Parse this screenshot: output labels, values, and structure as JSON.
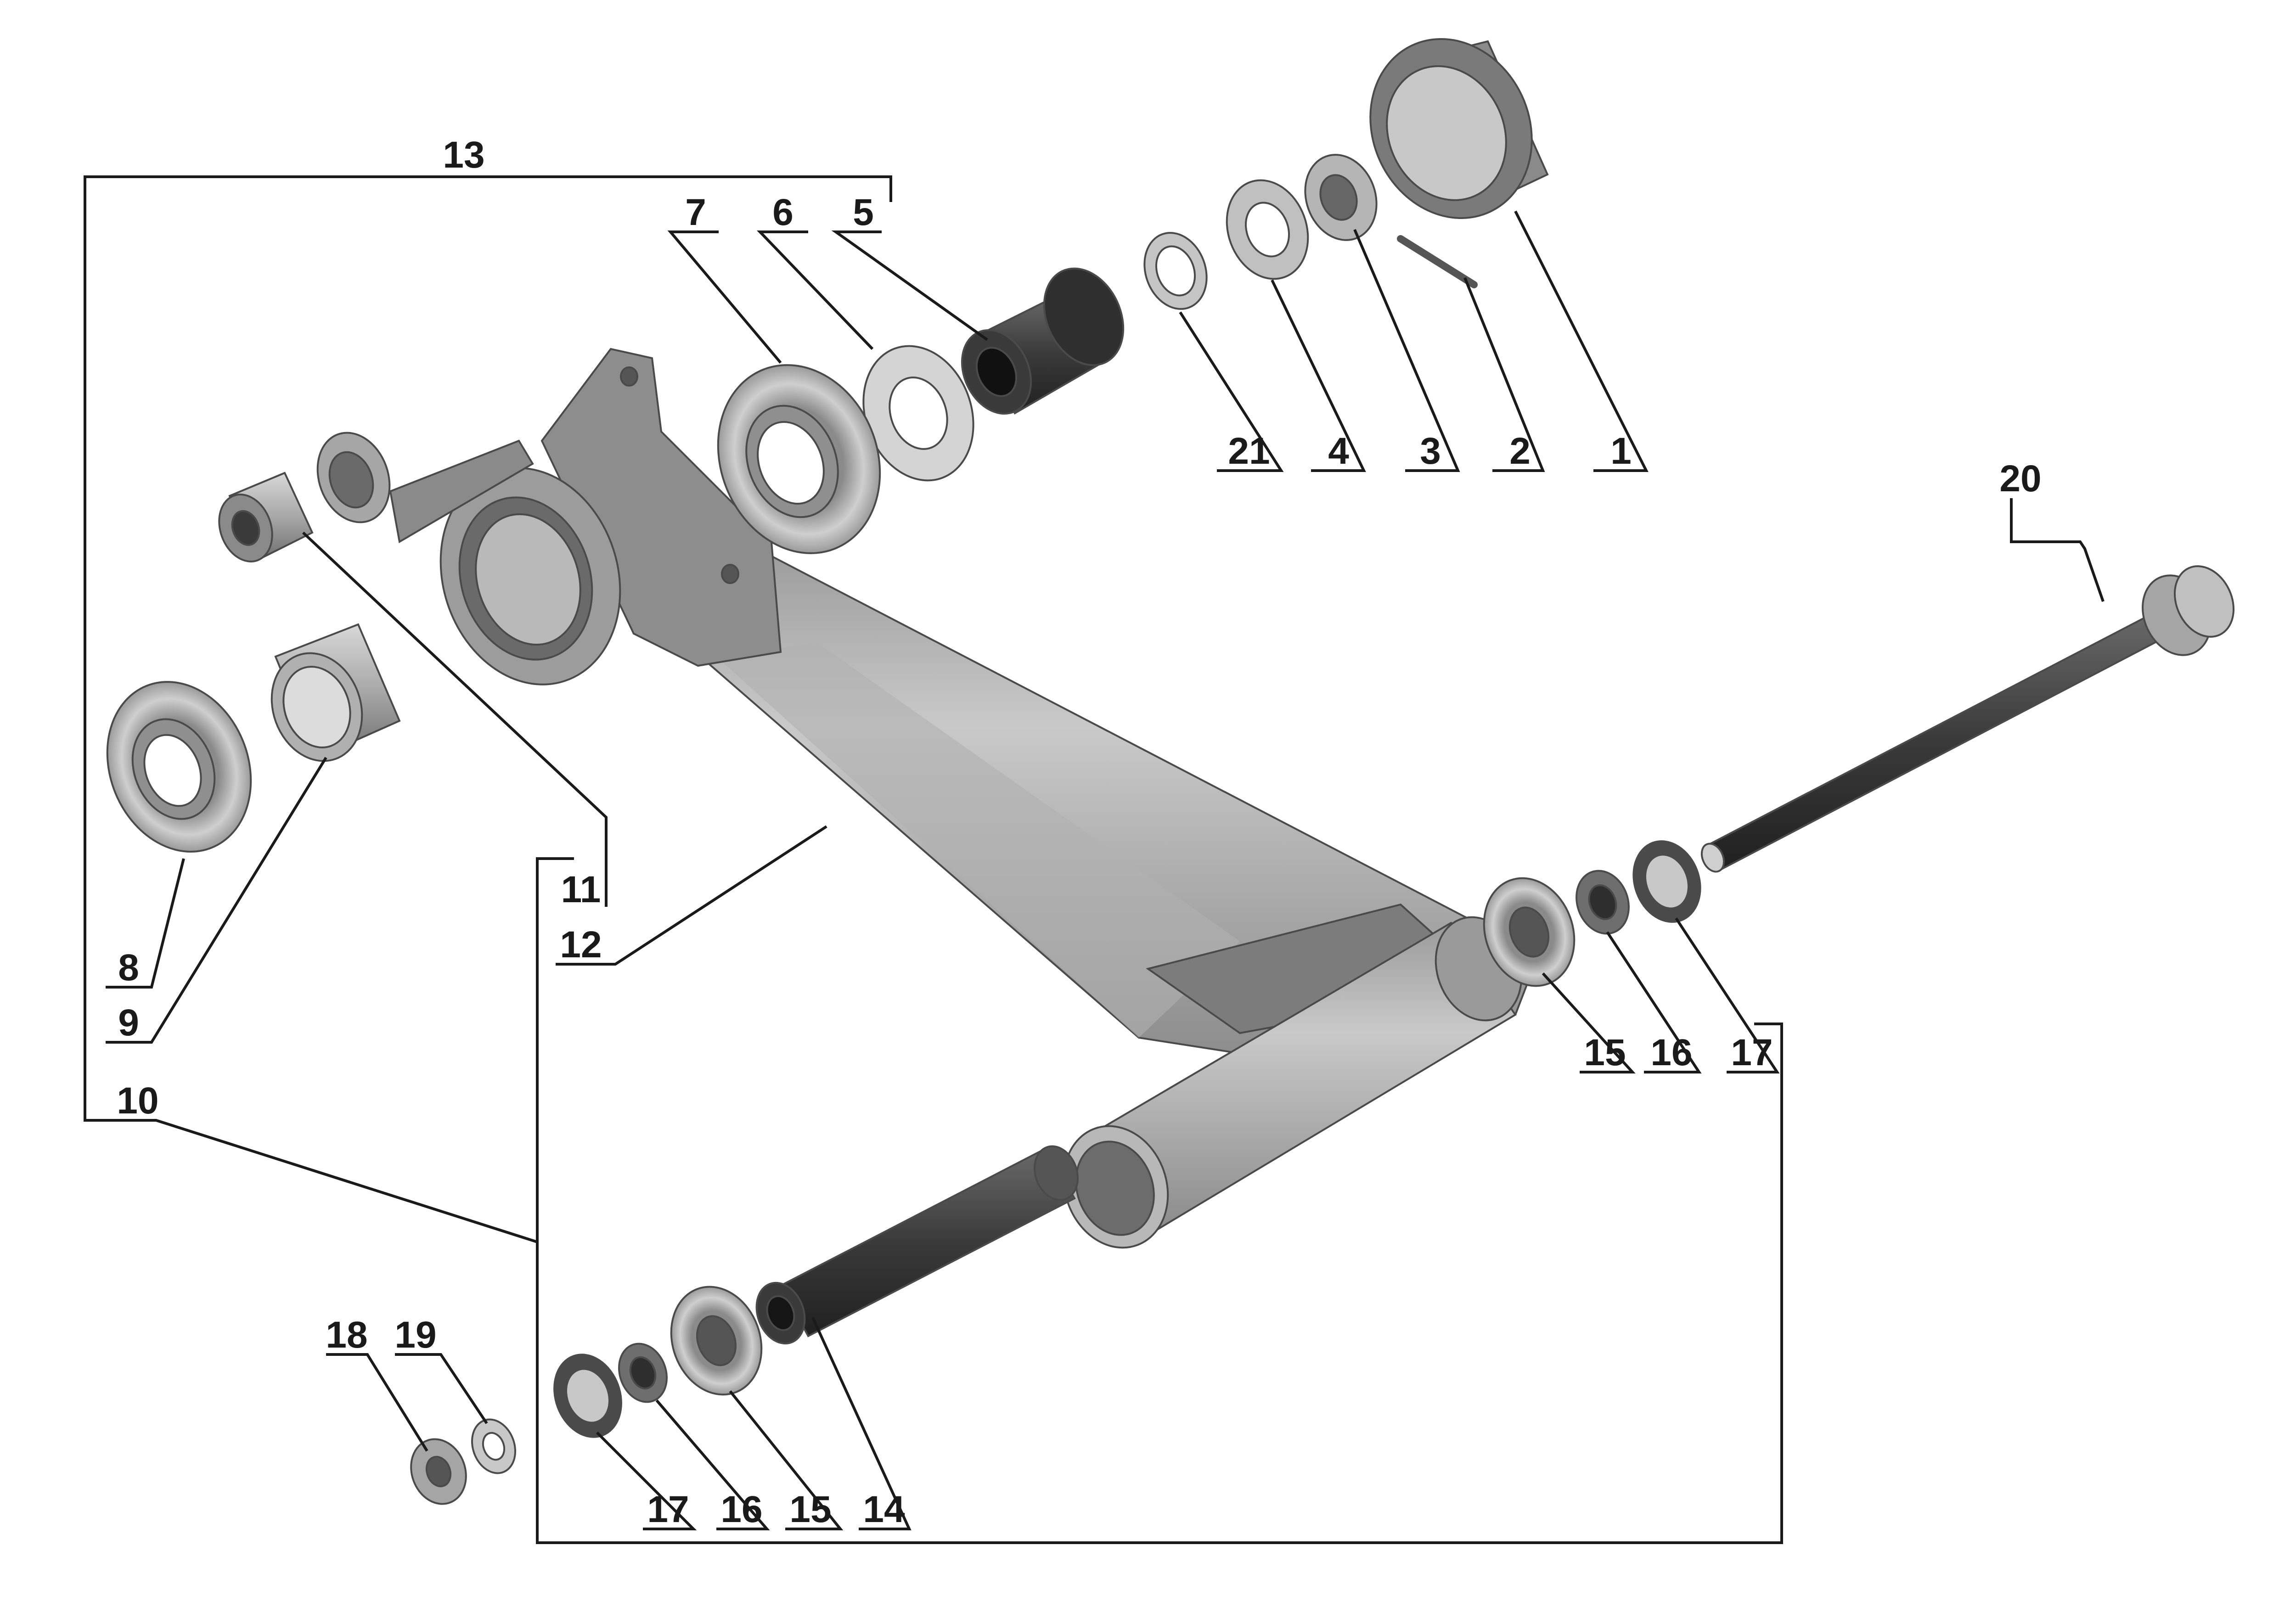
{
  "diagram": {
    "labels": [
      {
        "id": "l1",
        "text": "1"
      },
      {
        "id": "l2",
        "text": "2"
      },
      {
        "id": "l3",
        "text": "3"
      },
      {
        "id": "l4",
        "text": "4"
      },
      {
        "id": "l5",
        "text": "5"
      },
      {
        "id": "l6",
        "text": "6"
      },
      {
        "id": "l7",
        "text": "7"
      },
      {
        "id": "l8",
        "text": "8"
      },
      {
        "id": "l9",
        "text": "9"
      },
      {
        "id": "l10",
        "text": "10"
      },
      {
        "id": "l11",
        "text": "11"
      },
      {
        "id": "l12",
        "text": "12"
      },
      {
        "id": "l13",
        "text": "13"
      },
      {
        "id": "l14",
        "text": "14"
      },
      {
        "id": "l15a",
        "text": "15"
      },
      {
        "id": "l15b",
        "text": "15"
      },
      {
        "id": "l16a",
        "text": "16"
      },
      {
        "id": "l16b",
        "text": "16"
      },
      {
        "id": "l17a",
        "text": "17"
      },
      {
        "id": "l17b",
        "text": "17"
      },
      {
        "id": "l18",
        "text": "18"
      },
      {
        "id": "l19",
        "text": "19"
      },
      {
        "id": "l20",
        "text": "20"
      },
      {
        "id": "l21",
        "text": "21"
      }
    ]
  }
}
